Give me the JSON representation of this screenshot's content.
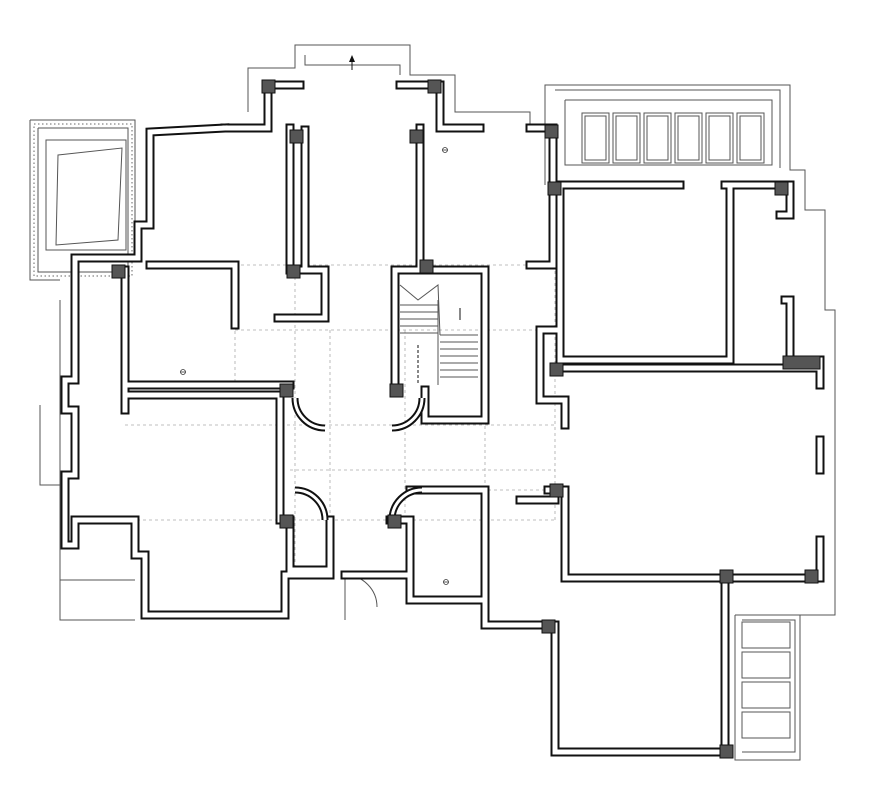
{
  "diagram": {
    "type": "architectural floor plan",
    "north_arrow": "up",
    "colors": {
      "wall": "#111111",
      "column": "#555555",
      "background": "#ffffff",
      "guide_lines": "#aaaaaa"
    },
    "room_marker_icon": "circle-cross"
  }
}
